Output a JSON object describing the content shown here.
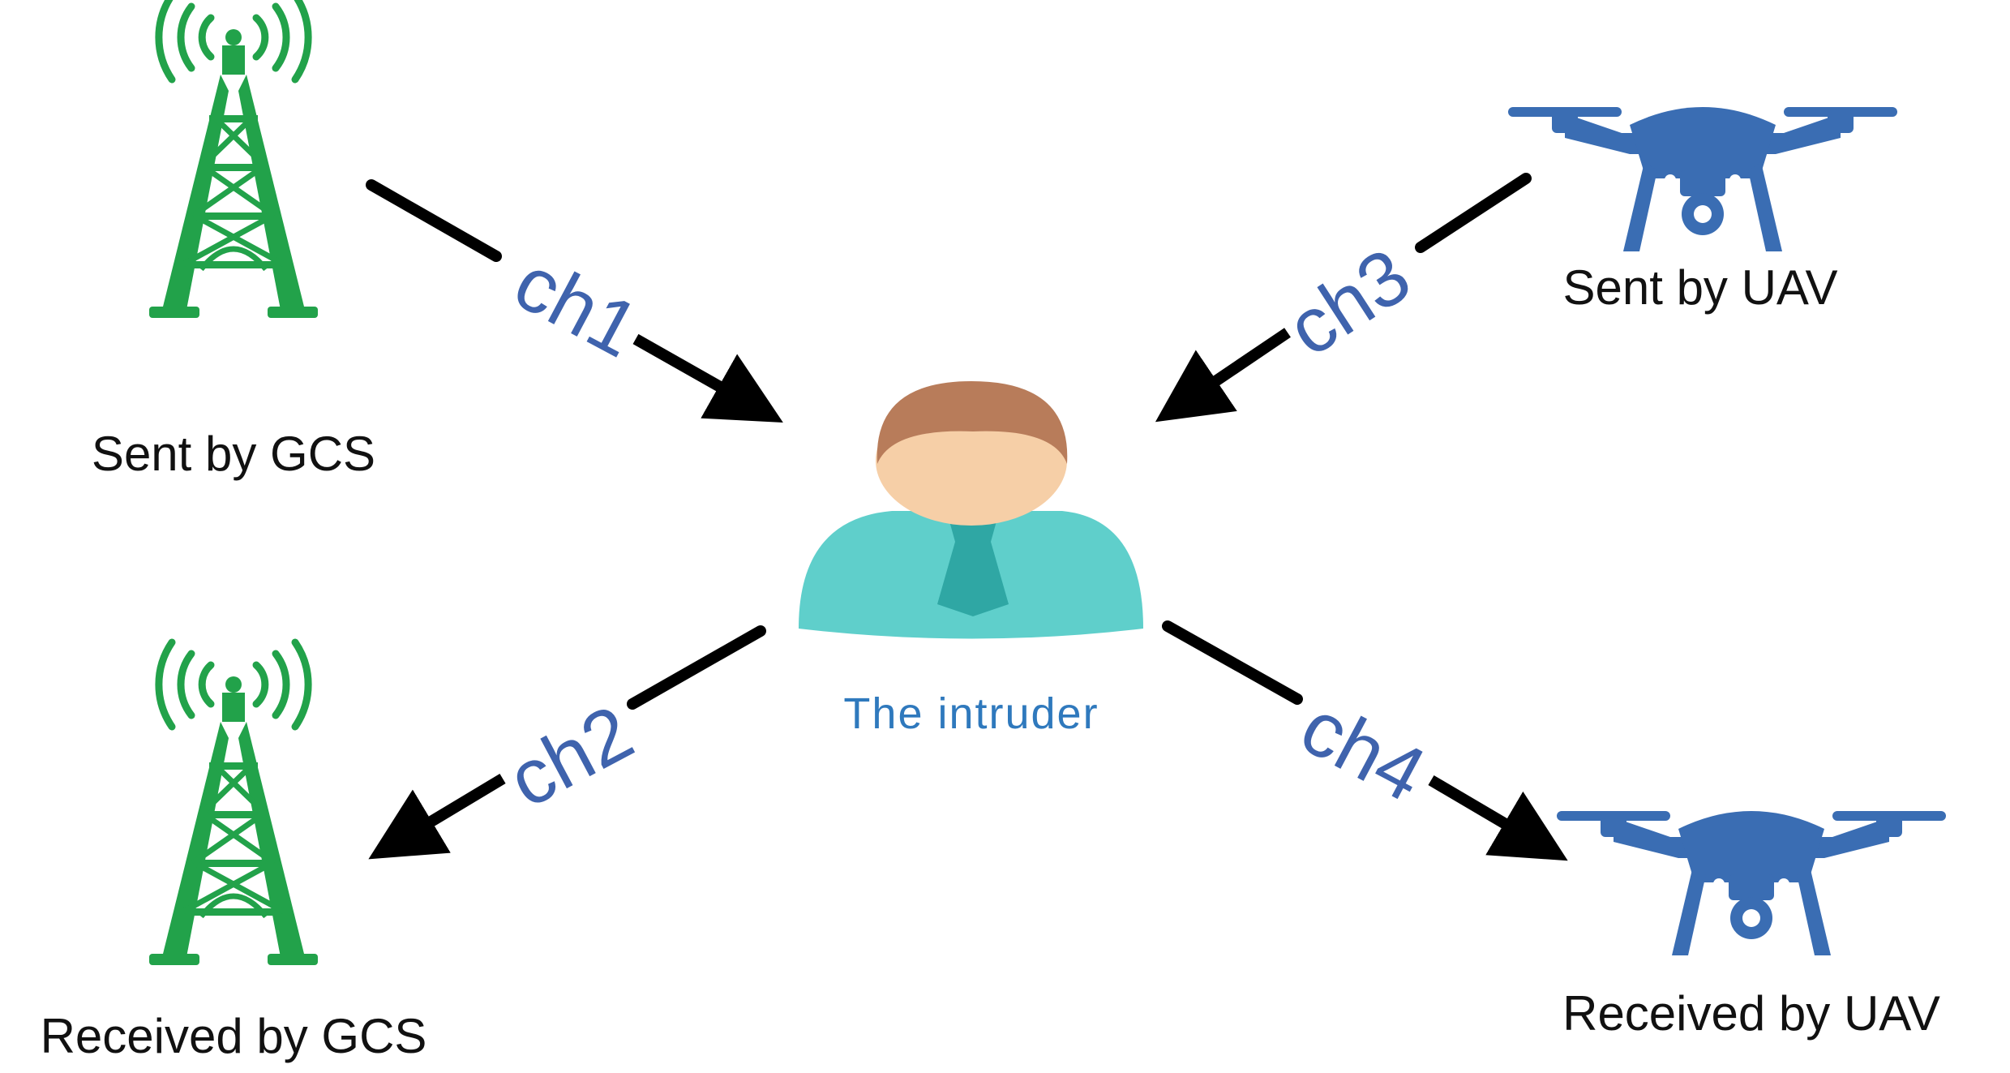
{
  "colors": {
    "tower": "#22a24a",
    "uav": "#3a6db3",
    "channel_label": "#3f63ad",
    "intruder_label": "#2f79bd",
    "arrow": "#000000",
    "person_body": "#5fcfcb",
    "person_tie": "#2fa7a4",
    "person_skin": "#f6cfa7",
    "person_hair": "#b87c5a"
  },
  "nodes": {
    "gcs_sent": {
      "label": "Sent by GCS",
      "icon": "radio-tower-icon"
    },
    "gcs_received": {
      "label": "Received by GCS",
      "icon": "radio-tower-icon"
    },
    "uav_sent": {
      "label": "Sent by UAV",
      "icon": "drone-icon"
    },
    "uav_received": {
      "label": "Received by UAV",
      "icon": "drone-icon"
    },
    "intruder": {
      "label": "The intruder",
      "icon": "person-icon"
    }
  },
  "channels": [
    {
      "label": "ch1",
      "from": "gcs_sent",
      "to": "intruder"
    },
    {
      "label": "ch2",
      "from": "intruder",
      "to": "gcs_received"
    },
    {
      "label": "ch3",
      "from": "uav_sent",
      "to": "intruder"
    },
    {
      "label": "ch4",
      "from": "intruder",
      "to": "uav_received"
    }
  ]
}
